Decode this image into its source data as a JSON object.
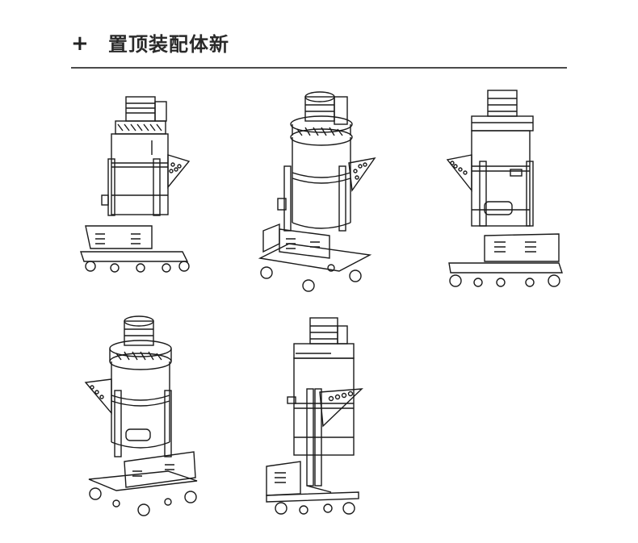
{
  "header": {
    "icon": "plus-icon",
    "title": "置顶装配体新"
  },
  "figures": [
    {
      "name": "vacuum-view-front"
    },
    {
      "name": "vacuum-view-iso-left"
    },
    {
      "name": "vacuum-view-back"
    },
    {
      "name": "vacuum-view-iso-right"
    },
    {
      "name": "vacuum-view-side"
    }
  ],
  "colors": {
    "line": "#1a1a1a",
    "rule": "#4a4a4a",
    "background": "#ffffff"
  }
}
